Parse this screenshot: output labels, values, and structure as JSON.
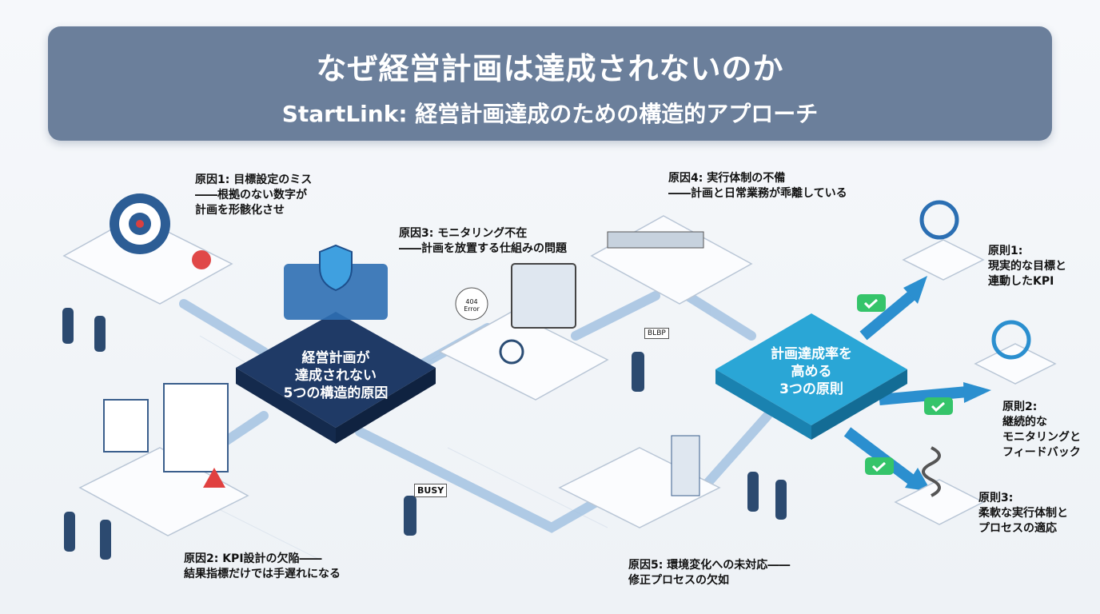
{
  "header": {
    "title": "なぜ経営計画は達成されないのか",
    "subtitle": "StartLink: 経営計画達成のための構造的アプローチ"
  },
  "causes_hub": {
    "lines": [
      "経営計画が",
      "達成されない",
      "5つの構造的原因"
    ]
  },
  "principles_hub": {
    "lines": [
      "計画達成率を",
      "高める",
      "3つの原則"
    ]
  },
  "causes": [
    {
      "lines": [
        "原因1: 目標設定のミス",
        "――根拠のない数字が",
        "計画を形骸化させ"
      ]
    },
    {
      "lines": [
        "原因2: KPI設計の欠陥――",
        "結果指標だけでは手遅れになる"
      ]
    },
    {
      "lines": [
        "原因3: モニタリング不在",
        "――計画を放置する仕組みの問題"
      ]
    },
    {
      "lines": [
        "原因4: 実行体制の不備",
        "――計画と日常業務が乖離している"
      ]
    },
    {
      "lines": [
        "原因5: 環境変化への未対応――",
        "修正プロセスの欠如"
      ]
    }
  ],
  "principles": [
    {
      "lines": [
        "原則1:",
        "現実的な目標と",
        "連動したKPI"
      ]
    },
    {
      "lines": [
        "原則2:",
        "継続的な",
        "モニタリングと",
        "フィードバック"
      ]
    },
    {
      "lines": [
        "原則3:",
        "柔軟な実行体制と",
        "プロセスの適応"
      ]
    }
  ],
  "illustration_text": {
    "error": "404 Error",
    "busy": "BUSY",
    "sign": "BLBP"
  },
  "colors": {
    "banner": "#6b7f9b",
    "causes_hub": "#1f3a66",
    "principles_hub": "#2aa6d6",
    "path": "#a9c7e6",
    "check": "#35c46a"
  }
}
